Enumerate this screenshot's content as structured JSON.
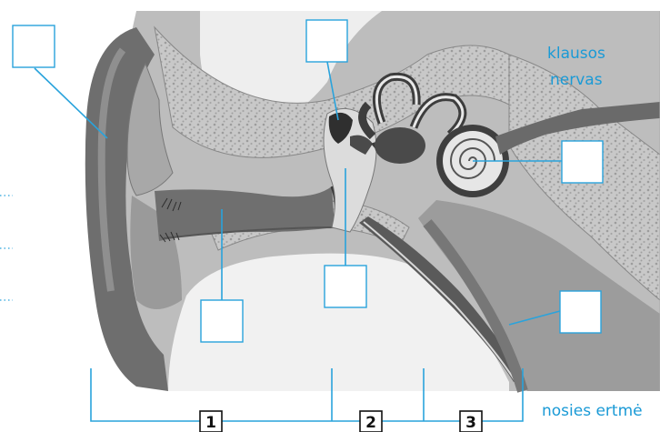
{
  "labels": {
    "nerve_line1": "klausos",
    "nerve_line2": "nervas",
    "nasal_cavity": "nosies ertmė"
  },
  "section_numbers": [
    "1",
    "2",
    "3"
  ],
  "colors": {
    "leader_lines": "#29a3dc",
    "label_text": "#1a9ad6",
    "illustration_grey": "#8c8c8c"
  }
}
